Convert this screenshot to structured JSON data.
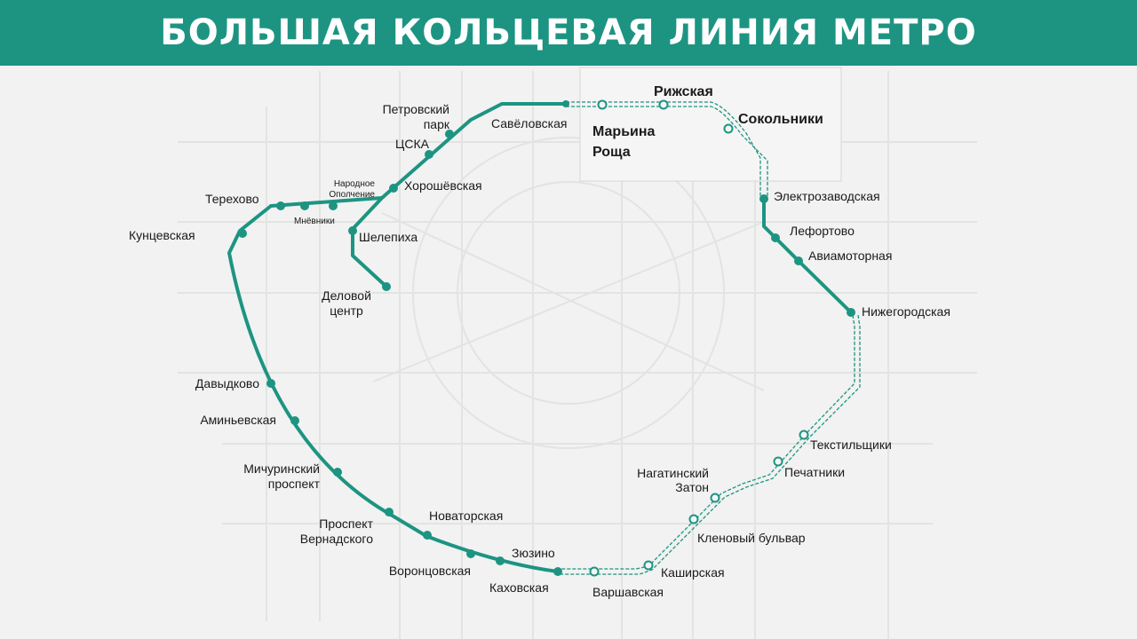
{
  "header": {
    "title": "БОЛЬШАЯ КОЛЬЦЕВАЯ ЛИНИЯ МЕТРО"
  },
  "colors": {
    "line": "#1d9482",
    "header_bg": "#1d9482",
    "background": "#f1f2f1"
  },
  "stations": {
    "savelovskaya": "Савёловская",
    "petrovsky_park_1": "Петровский",
    "petrovsky_park_2": "парк",
    "cska": "ЦСКА",
    "khoroshevskaya": "Хорошёвская",
    "narodnoe_1": "Народное",
    "narodnoe_2": "Ополчение",
    "mnevniki": "Мнёвники",
    "terekhovo": "Терехово",
    "kuntsevskaya": "Кунцевская",
    "shelepikha": "Шелепиха",
    "delovoy_1": "Деловой",
    "delovoy_2": "центр",
    "davydkovo": "Давыдково",
    "aminyevskaya": "Аминьевская",
    "michurinsky_1": "Мичуринский",
    "michurinsky_2": "проспект",
    "vernadskogo_1": "Проспект",
    "vernadskogo_2": "Вернадского",
    "novatorskaya": "Новаторская",
    "vorontsovskaya": "Воронцовская",
    "zyuzino": "Зюзино",
    "kakhovskaya": "Каховская",
    "varshavskaya": "Варшавская",
    "kashirskaya": "Каширская",
    "klenovy": "Кленовый бульвар",
    "nagatinsky_1": "Нагатинский",
    "nagatinsky_2": "Затон",
    "pechatniki": "Печатники",
    "tekstilshchiki": "Текстильщики",
    "nizhegorodskaya": "Нижегородская",
    "aviamotornaya": "Авиамоторная",
    "lefortovo": "Лефортово",
    "elektrozavodskaya": "Электрозаводская",
    "sokolniki": "Сокольники",
    "rizhskaya": "Рижская",
    "maryina_1": "Марьина",
    "maryina_2": "Роща"
  }
}
